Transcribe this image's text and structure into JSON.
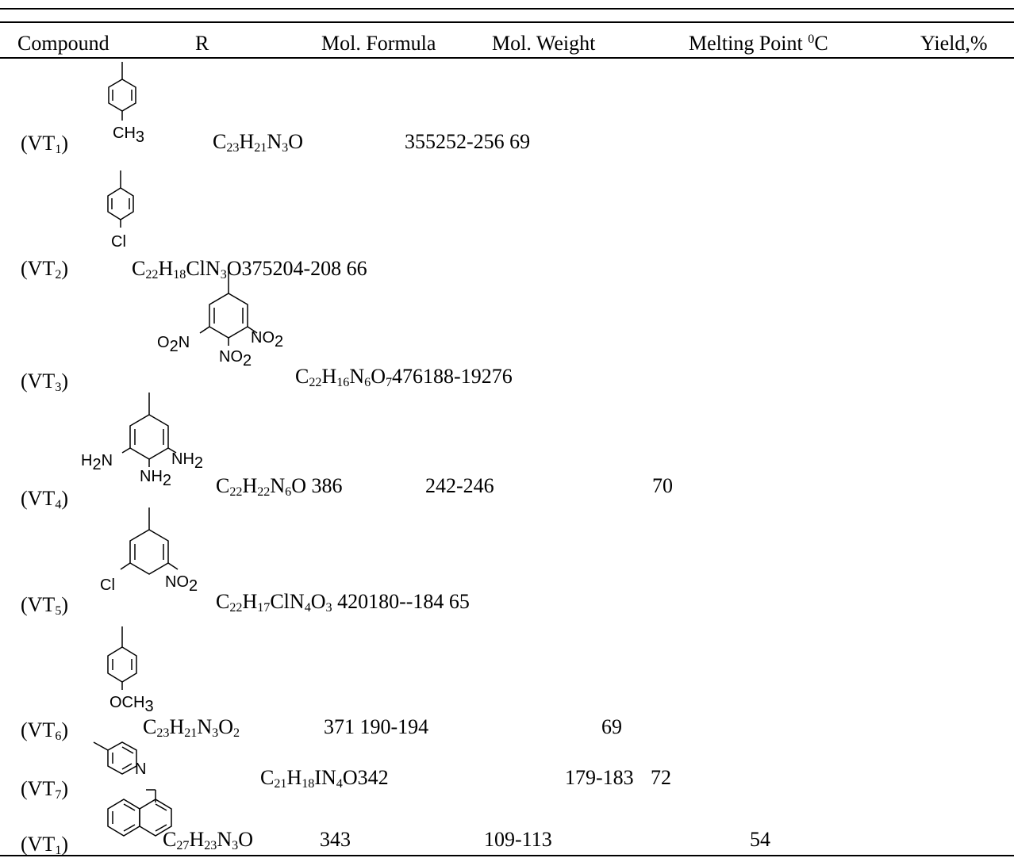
{
  "table": {
    "headers": {
      "compound": "Compound",
      "r": "R",
      "formula": "Mol. Formula",
      "weight": "Mol. Weight",
      "mp": "Melting Point ",
      "mp_sup": "0",
      "mp_unit": "C",
      "yield": "Yield,%"
    },
    "rows": [
      {
        "compound": {
          "pre": "(VT",
          "sub": "1",
          "post": ")"
        },
        "r_labels": [
          "CH",
          "3"
        ],
        "formula": [
          {
            "t": "C"
          },
          {
            "s": "23"
          },
          {
            "t": "H"
          },
          {
            "s": "21"
          },
          {
            "t": "N"
          },
          {
            "s": "3"
          },
          {
            "t": "O"
          }
        ],
        "rest": "355252-256 69"
      },
      {
        "compound": {
          "pre": "(VT",
          "sub": "2",
          "post": ")"
        },
        "r_labels": [
          "Cl"
        ],
        "formula": [
          {
            "t": "C"
          },
          {
            "s": "22"
          },
          {
            "t": "H"
          },
          {
            "s": "18"
          },
          {
            "t": "ClN"
          },
          {
            "s": "3"
          },
          {
            "t": "O375204-208  66"
          }
        ],
        "rest": ""
      },
      {
        "compound": {
          "pre": "(VT",
          "sub": "3",
          "post": ")"
        },
        "r_labels": [
          "O",
          "2",
          "N",
          "NO",
          "2",
          "NO",
          "2"
        ],
        "formula": [
          {
            "t": "C"
          },
          {
            "s": "22"
          },
          {
            "t": "H"
          },
          {
            "s": "16"
          },
          {
            "t": "N"
          },
          {
            "s": "6"
          },
          {
            "t": "O"
          },
          {
            "s": "7"
          },
          {
            "t": "476188-19276"
          }
        ],
        "rest": ""
      },
      {
        "compound": {
          "pre": "(VT",
          "sub": "4",
          "post": ")"
        },
        "r_labels": [
          "H",
          "2",
          "N",
          "NH",
          "2",
          "NH",
          "2"
        ],
        "formula": [
          {
            "t": "C"
          },
          {
            "s": "22"
          },
          {
            "t": "H"
          },
          {
            "s": "22"
          },
          {
            "t": "N"
          },
          {
            "s": "6"
          },
          {
            "t": "O 386"
          }
        ],
        "mp": "242-246",
        "yield": "70"
      },
      {
        "compound": {
          "pre": "(VT",
          "sub": "5",
          "post": ")"
        },
        "r_labels": [
          "Cl",
          "NO",
          "2"
        ],
        "formula": [
          {
            "t": "C"
          },
          {
            "s": "22"
          },
          {
            "t": "H"
          },
          {
            "s": "17"
          },
          {
            "t": "ClN"
          },
          {
            "s": "4"
          },
          {
            "t": "O"
          },
          {
            "s": "3"
          },
          {
            "t": "  420180--184    65"
          }
        ],
        "rest": ""
      },
      {
        "compound": {
          "pre": "(VT",
          "sub": "6",
          "post": ")"
        },
        "r_labels": [
          "OCH",
          "3"
        ],
        "formula": [
          {
            "t": "C"
          },
          {
            "s": "23"
          },
          {
            "t": "H"
          },
          {
            "s": "21"
          },
          {
            "t": "N"
          },
          {
            "s": "3"
          },
          {
            "t": "O"
          },
          {
            "s": "2"
          }
        ],
        "rest": "371 190-194",
        "yield": "69"
      },
      {
        "compound": {
          "pre": "(VT",
          "sub": "7",
          "post": ")"
        },
        "r_labels": [
          "N"
        ],
        "formula": [
          {
            "t": "C"
          },
          {
            "s": "21"
          },
          {
            "t": "H"
          },
          {
            "s": "18"
          },
          {
            "t": "IN"
          },
          {
            "s": "4"
          },
          {
            "t": "O342"
          }
        ],
        "mp": "179-183",
        "yield": "72"
      },
      {
        "compound": {
          "pre": "(VT",
          "sub": "1",
          "post": ")"
        },
        "r_labels": [],
        "formula": [
          {
            "t": "C"
          },
          {
            "s": "27"
          },
          {
            "t": "H"
          },
          {
            "s": "23"
          },
          {
            "t": "N"
          },
          {
            "s": "3"
          },
          {
            "t": "O"
          }
        ],
        "weight": "343",
        "mp": "109-113",
        "yield": "54"
      }
    ]
  }
}
